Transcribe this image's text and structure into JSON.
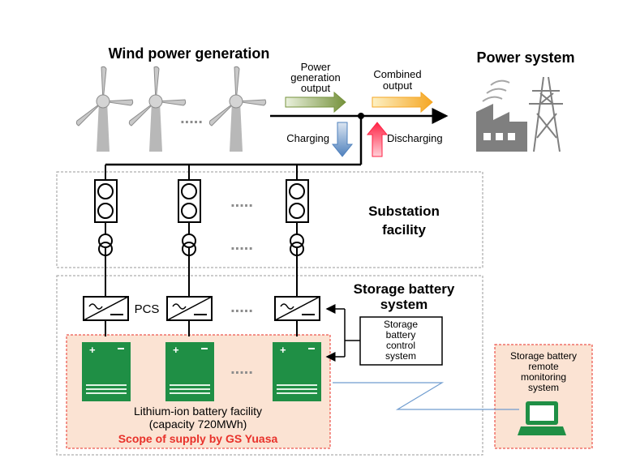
{
  "titles": {
    "wind": "Wind power generation",
    "power_system": "Power system",
    "substation_line1": "Substation",
    "substation_line2": "facility",
    "storage_line1": "Storage battery",
    "storage_line2": "system"
  },
  "flows": {
    "power_generation": [
      "Power",
      "generation",
      "output"
    ],
    "combined": [
      "Combined",
      "output"
    ],
    "charging": "Charging",
    "discharging": "Discharging"
  },
  "labels": {
    "pcs": "PCS",
    "control": [
      "Storage",
      "battery",
      "control",
      "system"
    ],
    "remote": [
      "Storage battery",
      "remote",
      "monitoring",
      "system"
    ],
    "battery_facility": "Lithium-ion battery facility",
    "capacity": "(capacity 720MWh)",
    "scope": "Scope of supply by GS Yuasa",
    "dots": "....."
  },
  "colors": {
    "generation_arrow": "#76923c",
    "combined_arrow": "#f5b84a",
    "charging_arrow": "#4f81bd",
    "discharging_arrow": "#ff3355",
    "battery_green": "#1f8f45",
    "scope_red": "#e8312a",
    "scope_fill": "#fbe3d3",
    "laptop_green": "#1f8f45"
  },
  "icons": [
    "wind-turbine-icon",
    "power-plant-icon",
    "transmission-tower-icon",
    "breaker-icon",
    "transformer-icon",
    "inverter-icon",
    "battery-icon",
    "laptop-icon"
  ]
}
